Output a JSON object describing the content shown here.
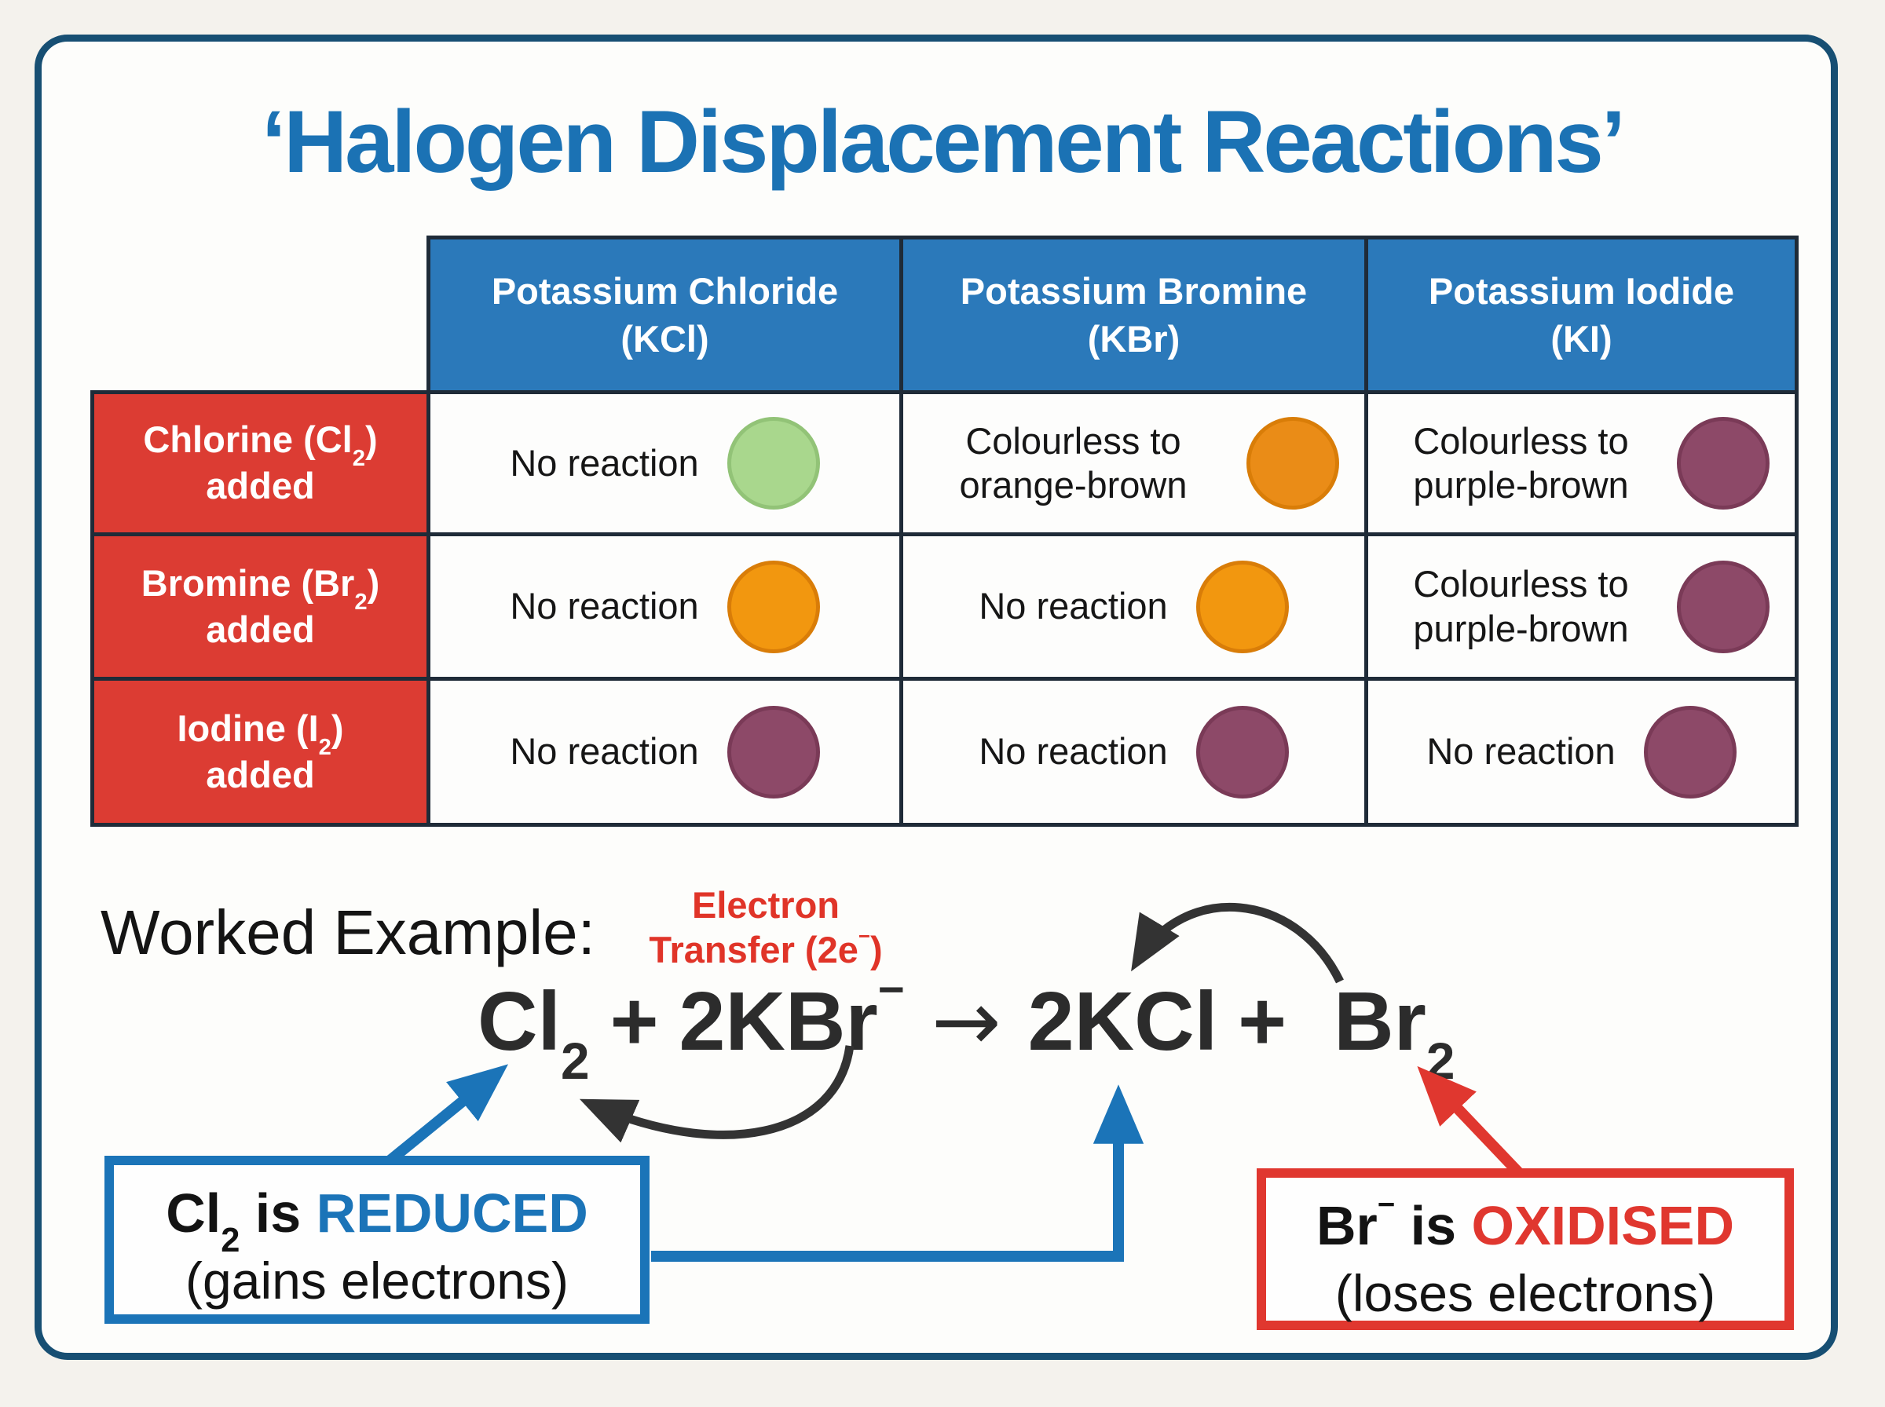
{
  "title": "‘Halogen Displacement Reactions’",
  "palette": {
    "title_blue": "#1b72b4",
    "header_blue": "#2b79ba",
    "row_label_red": "#dc3c33",
    "table_border_dark": "#1f2b38",
    "card_border_navy": "#174f73",
    "reduced_blue": "#1b74b8",
    "oxidised_red": "#e0372f",
    "electron_label_red": "#e03428",
    "arrow_black": "#333333"
  },
  "table": {
    "col_headers": [
      {
        "line1": "Potassium Chloride",
        "line2": "(KCl)"
      },
      {
        "line1": "Potassium Bromine",
        "line2": "(KBr)"
      },
      {
        "line1": "Potassium Iodide",
        "line2": "(KI)"
      }
    ],
    "rows": [
      {
        "label": {
          "pre": "Chlorine (Cl",
          "sub": "2",
          "post": ")",
          "line2": "added"
        },
        "cells": [
          {
            "text": "No reaction",
            "circle": {
              "fill": "#a9d78d",
              "border": "#92c377"
            }
          },
          {
            "text": "Colourless to orange-brown",
            "circle": {
              "fill": "#ea8c17",
              "border": "#d97d08"
            }
          },
          {
            "text": "Colourless to purple-brown",
            "circle": {
              "fill": "#8d4968",
              "border": "#7a3a57"
            }
          }
        ]
      },
      {
        "label": {
          "pre": "Bromine (Br",
          "sub": "2",
          "post": ")",
          "line2": "added"
        },
        "cells": [
          {
            "text": "No reaction",
            "circle": {
              "fill": "#f2970f",
              "border": "#d97d08"
            }
          },
          {
            "text": "No reaction",
            "circle": {
              "fill": "#f2970f",
              "border": "#d97d08"
            }
          },
          {
            "text": "Colourless to purple-brown",
            "circle": {
              "fill": "#8d4968",
              "border": "#7a3a57"
            }
          }
        ]
      },
      {
        "label": {
          "pre": "Iodine (I",
          "sub": "2",
          "post": ")",
          "line2": "added"
        },
        "cells": [
          {
            "text": "No reaction",
            "circle": {
              "fill": "#8d4968",
              "border": "#7a3a57"
            }
          },
          {
            "text": "No reaction",
            "circle": {
              "fill": "#8d4968",
              "border": "#7a3a57"
            }
          },
          {
            "text": "No reaction",
            "circle": {
              "fill": "#8d4968",
              "border": "#7a3a57"
            }
          }
        ]
      }
    ]
  },
  "worked_example": {
    "heading": "Worked Example:",
    "electron_label": {
      "line1": "Electron",
      "line2_pre": "Transfer (2e",
      "line2_sup": "−",
      "line2_post": ")"
    },
    "equation": {
      "p1": "Cl",
      "p1_sub": "2",
      "plus1": "+",
      "p2": "2KBr",
      "p2_sup": "−",
      "arrow": "→",
      "p3": "2KCl",
      "plus2": "+",
      "p4": "Br",
      "p4_sub": "2"
    },
    "reduced_box": {
      "pre": "Cl",
      "sub": "2",
      "mid": " is ",
      "keyword": "REDUCED",
      "line2": "(gains electrons)"
    },
    "oxidised_box": {
      "pre": "Br",
      "sup": "−",
      "mid": " is ",
      "keyword": "OXIDISED",
      "line2": "(loses electrons)"
    }
  }
}
